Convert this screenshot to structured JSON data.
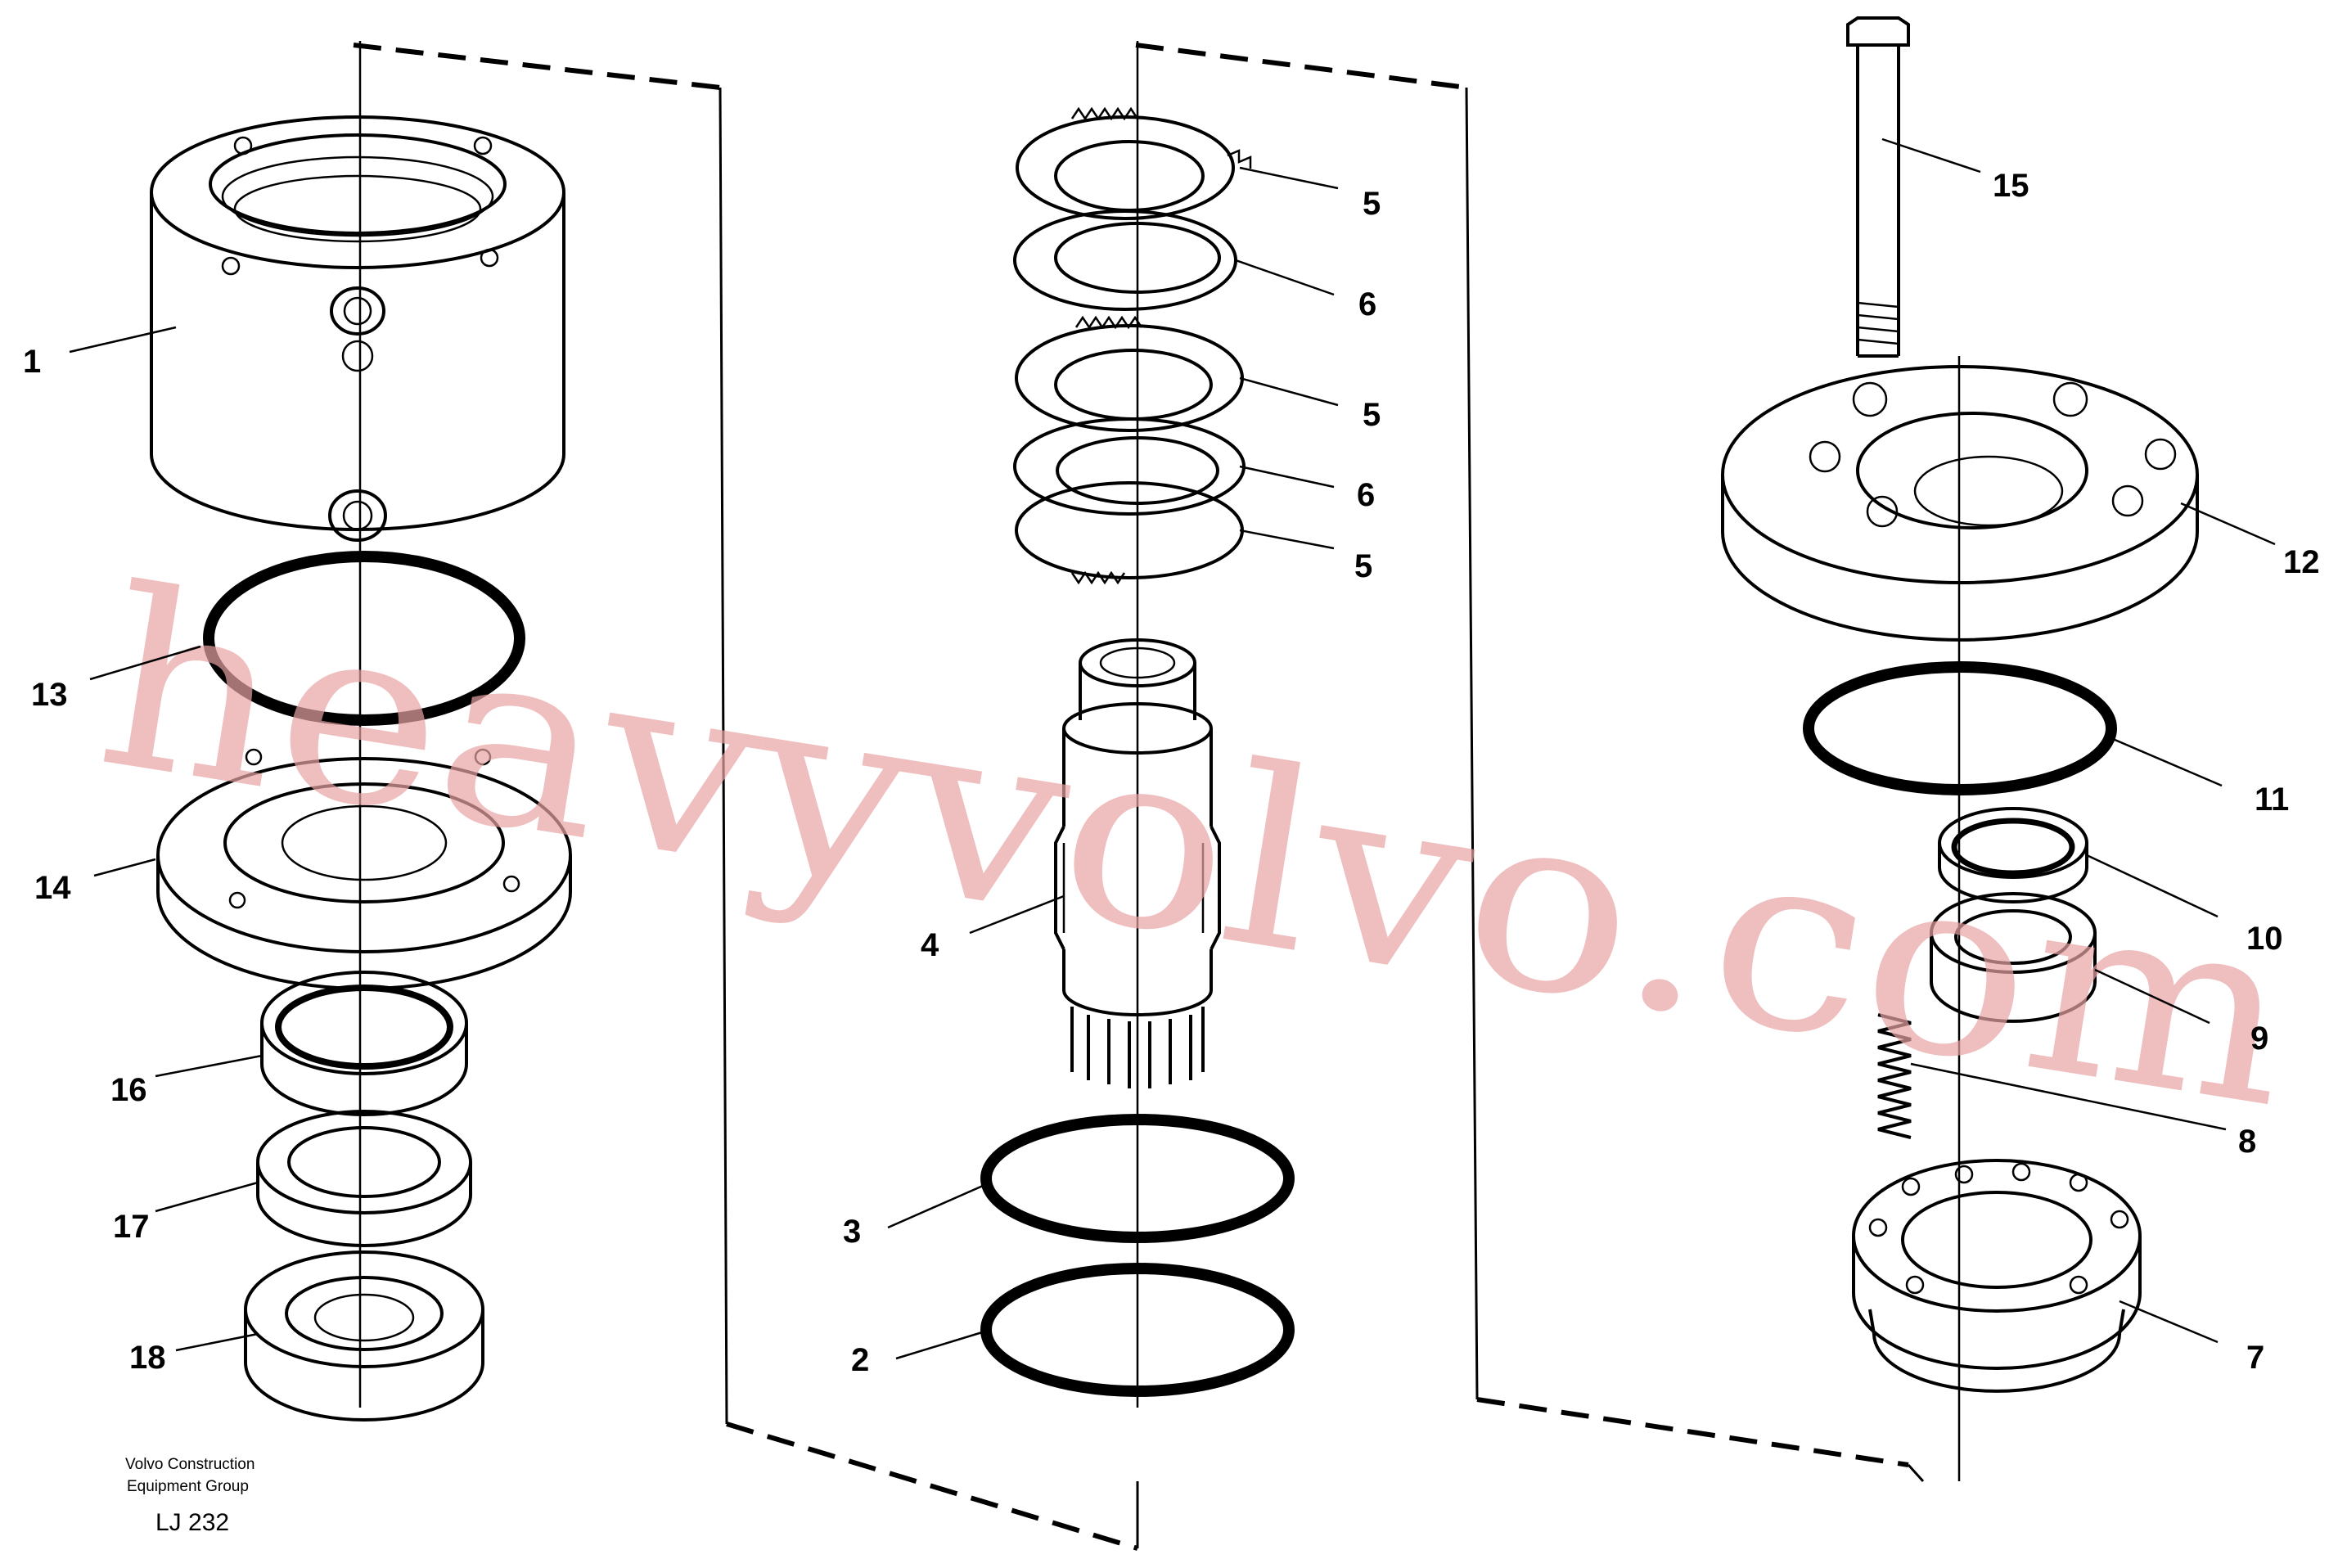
{
  "watermark": {
    "text": "heavyvolvo.com",
    "color": "#e8a3a3"
  },
  "footer": {
    "company_line1": "Volvo Construction",
    "company_line2": "Equipment Group",
    "code": "LJ 232"
  },
  "callouts": [
    "1",
    "13",
    "14",
    "16",
    "17",
    "18",
    "5",
    "6",
    "5",
    "6",
    "5",
    "4",
    "3",
    "2",
    "15",
    "12",
    "11",
    "10",
    "9",
    "8",
    "7"
  ]
}
